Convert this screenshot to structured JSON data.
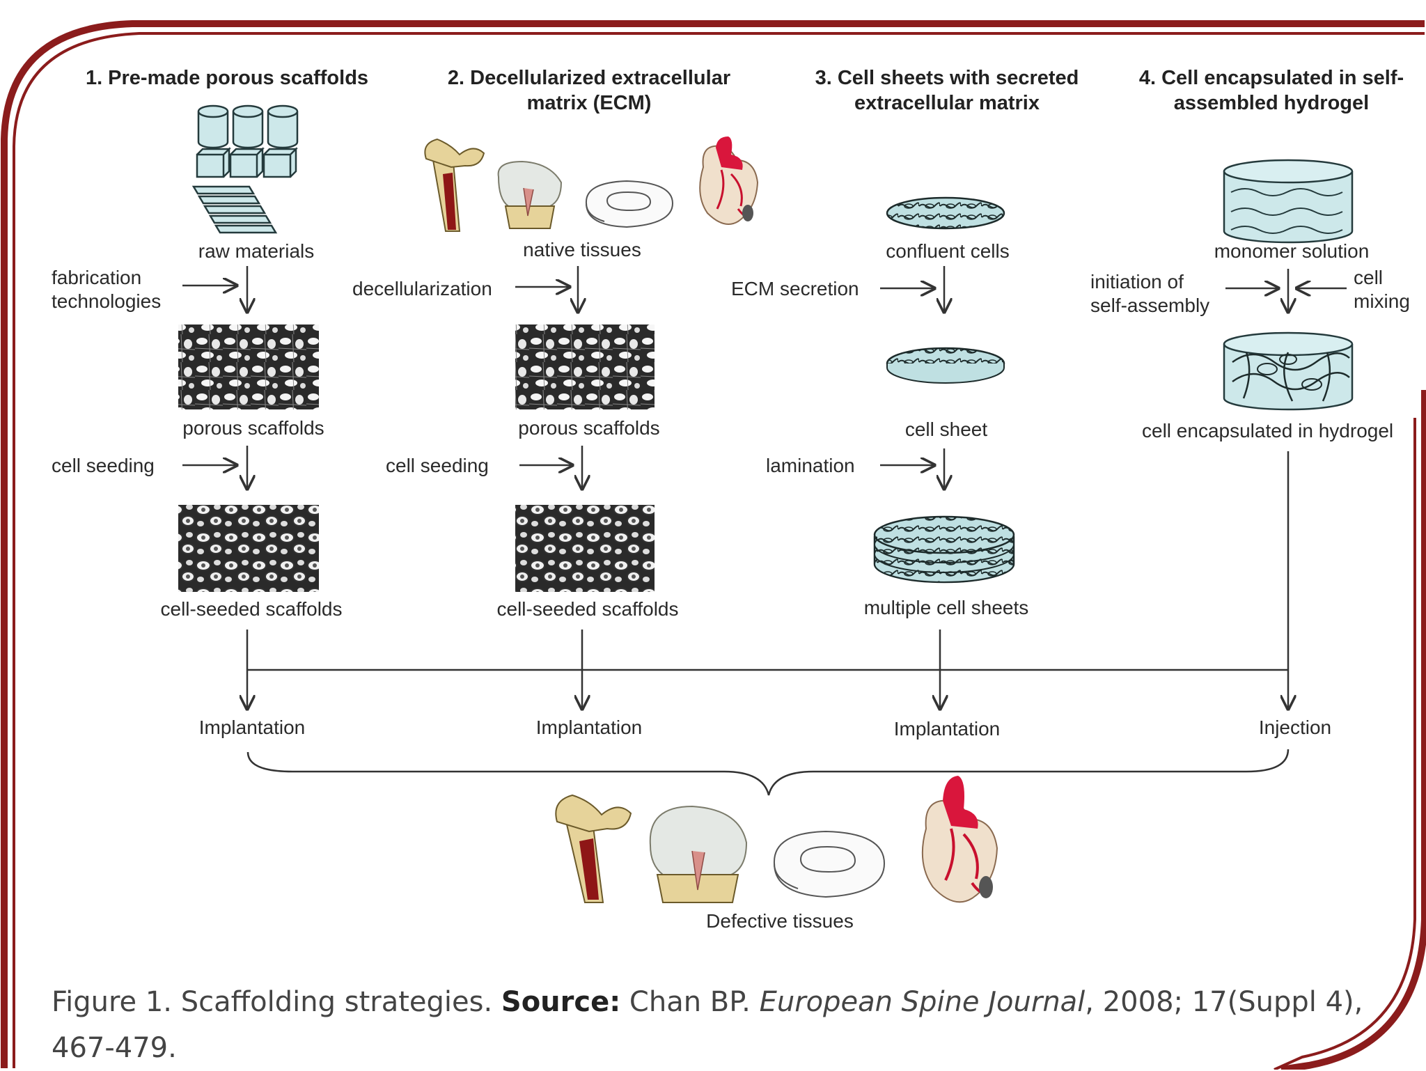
{
  "columns": [
    {
      "title": "1. Pre-made porous scaffolds",
      "input": "raw materials",
      "step1": "fabrication\ntechnologies",
      "mid": "porous scaffolds",
      "step2": "cell seeding",
      "result": "cell-seeded scaffolds",
      "delivery": "Implantation"
    },
    {
      "title": "2. Decellularized extracellular\nmatrix (ECM)",
      "input": "native tissues",
      "step1": "decellularization",
      "mid": "porous scaffolds",
      "step2": "cell seeding",
      "result": "cell-seeded scaffolds",
      "delivery": "Implantation"
    },
    {
      "title": "3. Cell sheets with secreted\nextracellular matrix",
      "input": "confluent cells",
      "step1": "ECM secretion",
      "mid": "cell sheet",
      "step2": "lamination",
      "result": "multiple cell sheets",
      "delivery": "Implantation"
    },
    {
      "title": "4. Cell encapsulated in self-\nassembled hydrogel",
      "input": "monomer solution",
      "step1": "initiation of\nself-assembly",
      "step1b": "cell\nmixing",
      "mid": "cell encapsulated in hydrogel",
      "delivery": "Injection"
    }
  ],
  "target": "Defective tissues",
  "caption": {
    "prefix": "Figure 1. Scaffolding strategies. ",
    "source_label": "Source:",
    "authors": " Chan BP. ",
    "journal": "European Spine Journal",
    "rest_line1": ", 2008; 17(Suppl 4),",
    "rest_line2": "467-479."
  },
  "colors": {
    "frame": "#8b1c1c",
    "scaffold_fill": "#cde8ea",
    "bone": "#e6d39a",
    "marrow": "#8e1616",
    "artery": "#d9163c"
  },
  "icons": [
    "cylinder-scaffold-icon",
    "block-scaffold-icon",
    "sheet-scaffold-icon",
    "femur-icon",
    "knee-joint-icon",
    "intervertebral-disc-icon",
    "heart-icon",
    "cell-sheet-icon",
    "hydrogel-beaker-icon",
    "porous-texture-icon"
  ]
}
